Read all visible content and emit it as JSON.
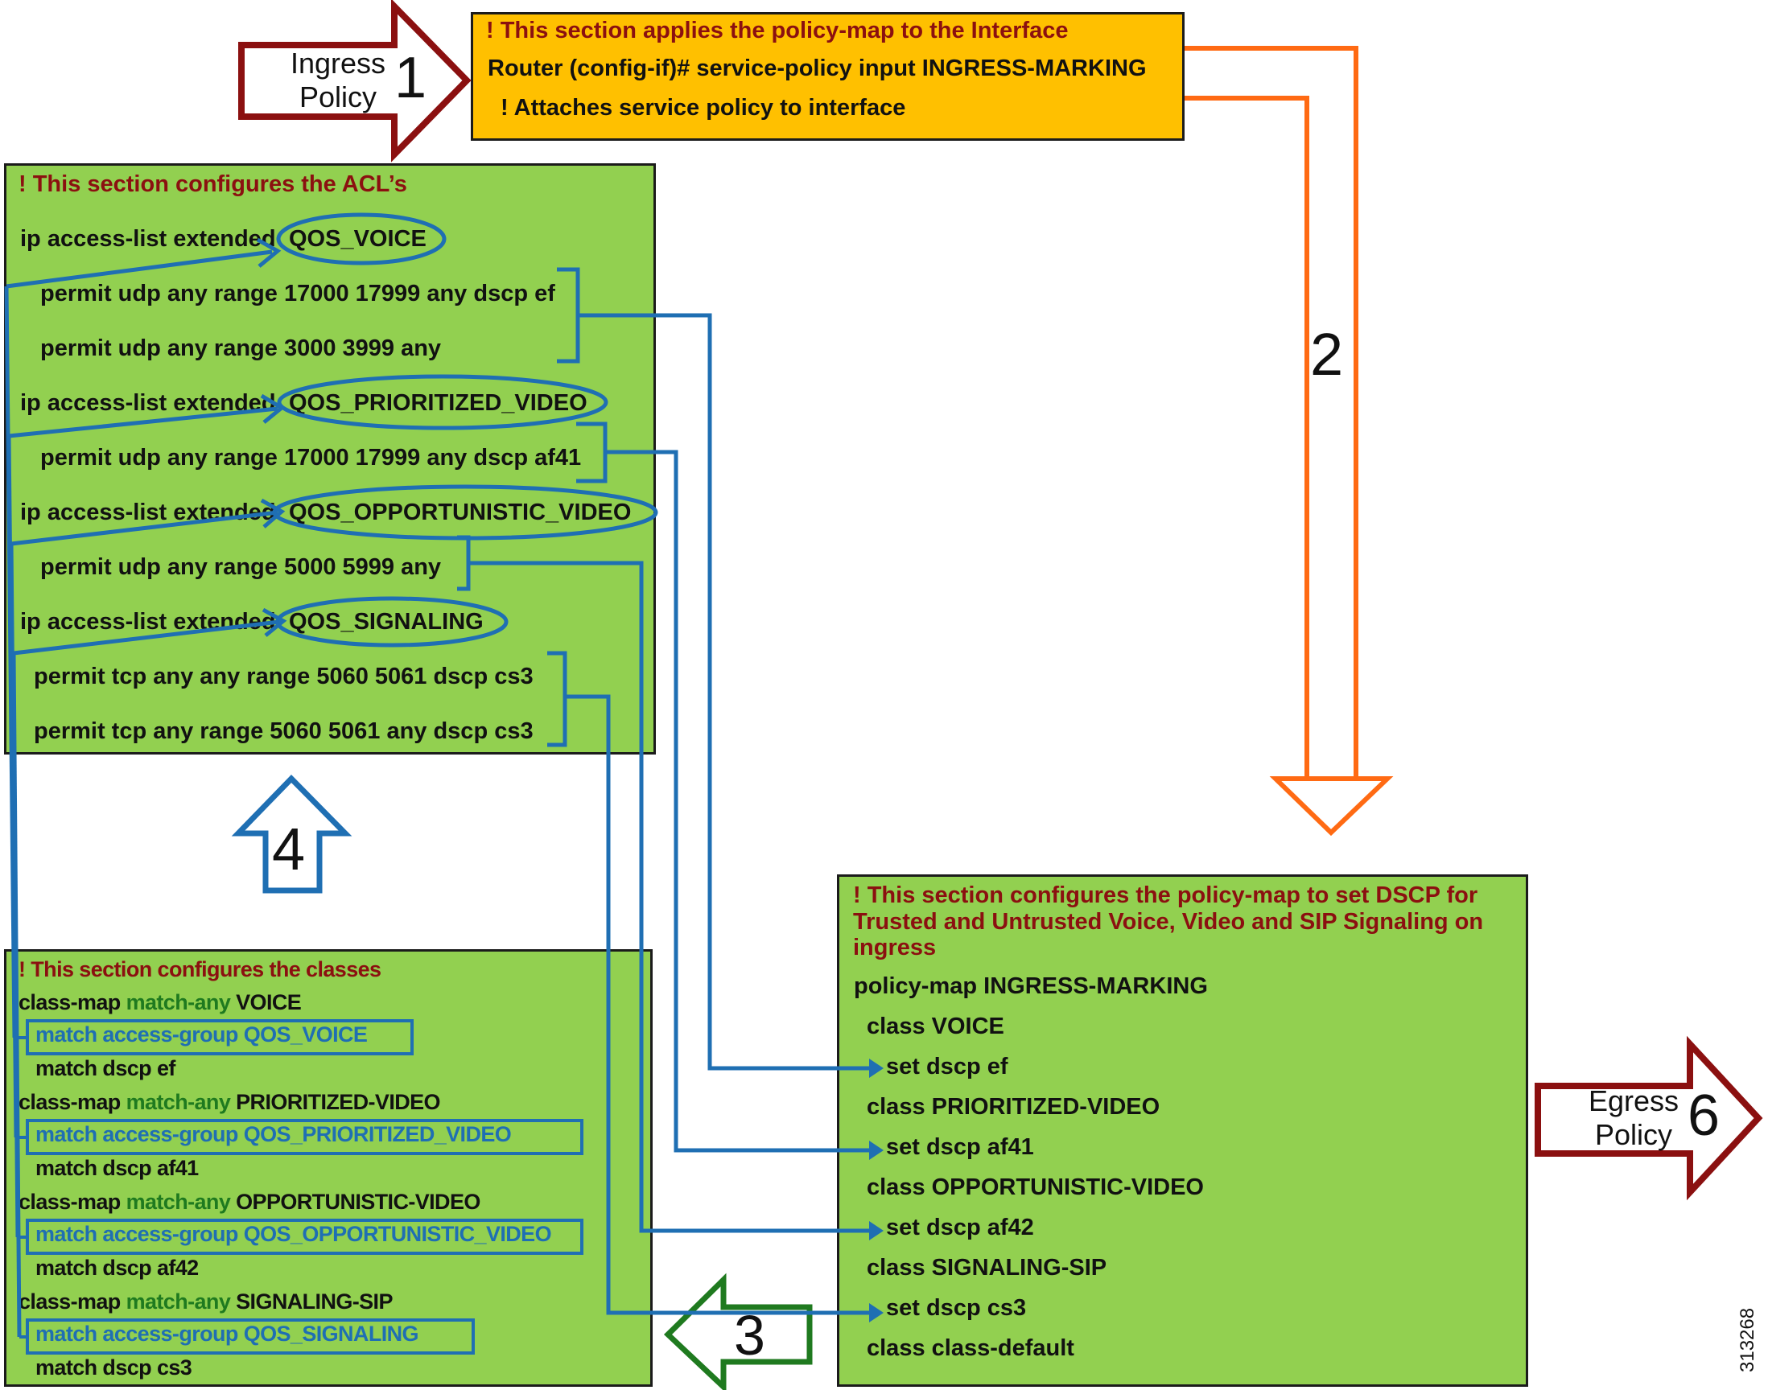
{
  "ingress": {
    "label_line1": "Ingress",
    "label_line2": "Policy",
    "number": "1"
  },
  "interface_section": {
    "comment": "! This section applies the policy-map to the Interface",
    "line1": "Router (config-if)# service-policy input INGRESS-MARKING",
    "line2": "! Attaches service policy to interface"
  },
  "step2": {
    "number": "2"
  },
  "acl_section": {
    "comment": "! This section configures the ACL’s",
    "acl_prefix": "ip access-list extended",
    "acls": [
      {
        "name": "QOS_VOICE",
        "rules": [
          "permit udp any range 17000 17999 any dscp ef",
          "permit udp any range 3000 3999  any"
        ]
      },
      {
        "name": "QOS_PRIORITIZED_VIDEO",
        "rules": [
          "permit udp any range 17000 17999 any dscp af41"
        ]
      },
      {
        "name": "QOS_OPPORTUNISTIC_VIDEO",
        "rules": [
          "permit udp any range 5000 5999 any"
        ]
      },
      {
        "name": "QOS_SIGNALING",
        "rules": [
          "permit tcp any any range 5060 5061  dscp cs3",
          "permit tcp any range 5060 5061 any  dscp cs3"
        ]
      }
    ]
  },
  "step4": {
    "number": "4"
  },
  "classes_section": {
    "comment": "! This section configures the classes",
    "class_map_prefix": "class-map",
    "match_any": "match-any",
    "classes": [
      {
        "name": "VOICE",
        "match_group": "match access-group QOS_VOICE",
        "match_dscp": "match dscp ef"
      },
      {
        "name": "PRIORITIZED-VIDEO",
        "match_group": "match access-group QOS_PRIORITIZED_VIDEO",
        "match_dscp": "match dscp af41"
      },
      {
        "name": "OPPORTUNISTIC-VIDEO",
        "match_group": "match access-group QOS_OPPORTUNISTIC_VIDEO",
        "match_dscp": "match dscp af42"
      },
      {
        "name": "SIGNALING-SIP",
        "match_group": "match access-group QOS_SIGNALING",
        "match_dscp": "match dscp cs3"
      }
    ]
  },
  "step3": {
    "number": "3"
  },
  "policy_section": {
    "comment_line1": "! This section configures the policy-map to set DSCP for",
    "comment_line2": "Trusted and Untrusted Voice, Video and SIP Signaling on",
    "comment_line3": "ingress",
    "policy_map": "policy-map INGRESS-MARKING",
    "lines": [
      "class VOICE",
      "set dscp ef",
      "class PRIORITIZED-VIDEO",
      "set dscp af41",
      "class OPPORTUNISTIC-VIDEO",
      "set dscp af42",
      "class SIGNALING-SIP",
      "set dscp cs3",
      "class class-default"
    ]
  },
  "egress": {
    "label_line1": "Egress",
    "label_line2": "Policy",
    "number": "6"
  },
  "figure_id": "313268",
  "colors": {
    "box_green": "#92d050",
    "box_orange": "#ffc000",
    "comment_red": "#8b1010",
    "connector_blue": "#1f6fb3",
    "arrow_orange": "#ff6a13",
    "arrow_darkred": "#8b1010",
    "arrow_green": "#1f7a1f"
  },
  "icons": {
    "step1": "right-arrow-outline-darkred",
    "step2": "down-arrow-outline-orange",
    "step3": "left-arrow-outline-green",
    "step4": "up-arrow-outline-blue",
    "step6": "right-arrow-outline-darkred"
  }
}
